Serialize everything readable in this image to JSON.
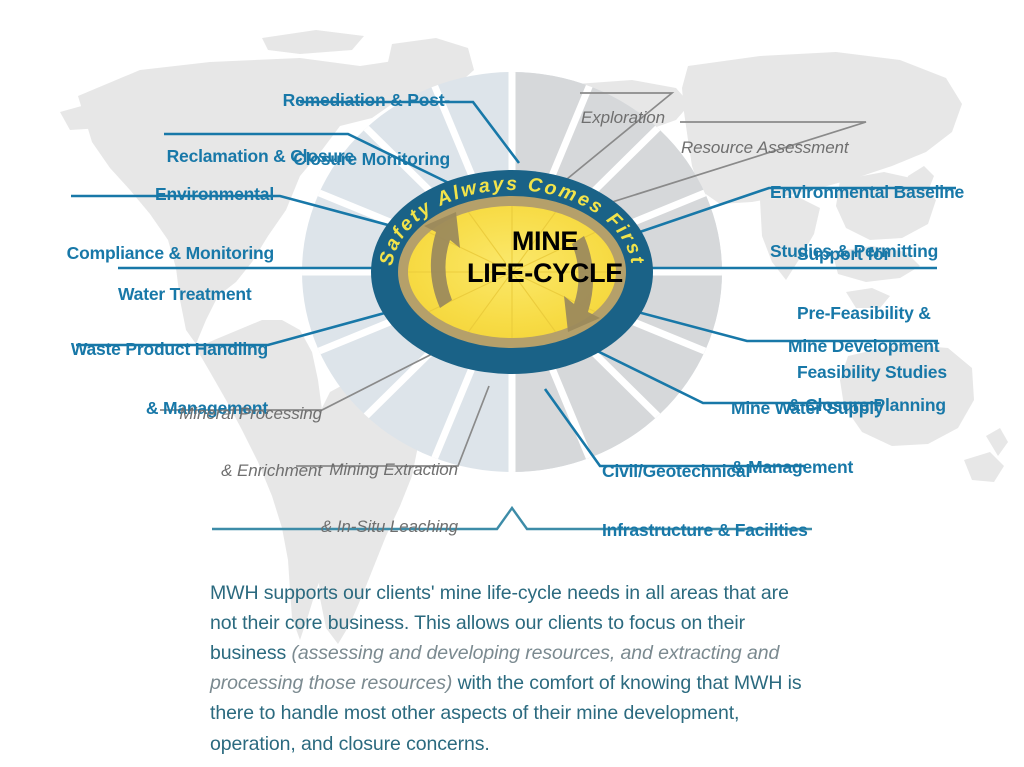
{
  "center": {
    "title_line1": "MINE",
    "title_line2": "LIFE-CYCLE",
    "ring_text": "Safety Always Comes First"
  },
  "colors": {
    "blue": "#1878a8",
    "gray": "#6f6f6f",
    "ring": "#1a6287",
    "ring_text": "#f2e34a",
    "center_fill": "#f7dc46",
    "inner_ring": "#b5a06a",
    "caption": "#2b6a7f",
    "caption_italic": "#7b8a90",
    "halo": "#dfe5ea",
    "map": "#e4e4e4"
  },
  "labels_left_blue": [
    {
      "id": "remediation",
      "lines": [
        "Remediation & Post-",
        "Closure Monitoring"
      ]
    },
    {
      "id": "reclamation",
      "lines": [
        "Reclamation & Closure"
      ]
    },
    {
      "id": "environmental-compliance",
      "lines": [
        "Environmental",
        "Compliance & Monitoring"
      ]
    },
    {
      "id": "water-treatment",
      "lines": [
        "Water Treatment"
      ]
    },
    {
      "id": "waste-product-handling",
      "lines": [
        "Waste Product Handling",
        "& Management"
      ]
    }
  ],
  "labels_left_gray": [
    {
      "id": "mineral-processing",
      "lines": [
        "Mineral Processing",
        "& Enrichment"
      ]
    },
    {
      "id": "mining-extraction",
      "lines": [
        "Mining Extraction",
        "& In-Situ Leaching"
      ]
    }
  ],
  "labels_right_gray": [
    {
      "id": "exploration",
      "lines": [
        "Exploration"
      ]
    },
    {
      "id": "resource-assessment",
      "lines": [
        "Resource Assessment"
      ]
    }
  ],
  "labels_right_blue": [
    {
      "id": "environmental-baseline",
      "lines": [
        "Environmental Baseline",
        "Studies & Permitting"
      ]
    },
    {
      "id": "support-feasibility",
      "lines": [
        "Support for",
        "Pre-Feasibility &",
        "Feasibility Studies"
      ]
    },
    {
      "id": "mine-development",
      "lines": [
        "Mine Development",
        "& Closure Planning"
      ]
    },
    {
      "id": "mine-water-supply",
      "lines": [
        "Mine Water Supply",
        "& Management"
      ]
    },
    {
      "id": "civil-geotechnical",
      "lines": [
        "Civil/Geotechnical",
        "Infrastructure & Facilities"
      ]
    }
  ],
  "caption": {
    "part1": "MWH supports our clients' mine life-cycle needs in all areas that are not their core business. This allows our clients to focus on their business ",
    "italic": "(assessing and developing resources, and extracting and processing those resources)",
    "part2": " with the comfort of knowing that MWH is there to handle most other aspects of their mine development, operation, and closure concerns."
  }
}
